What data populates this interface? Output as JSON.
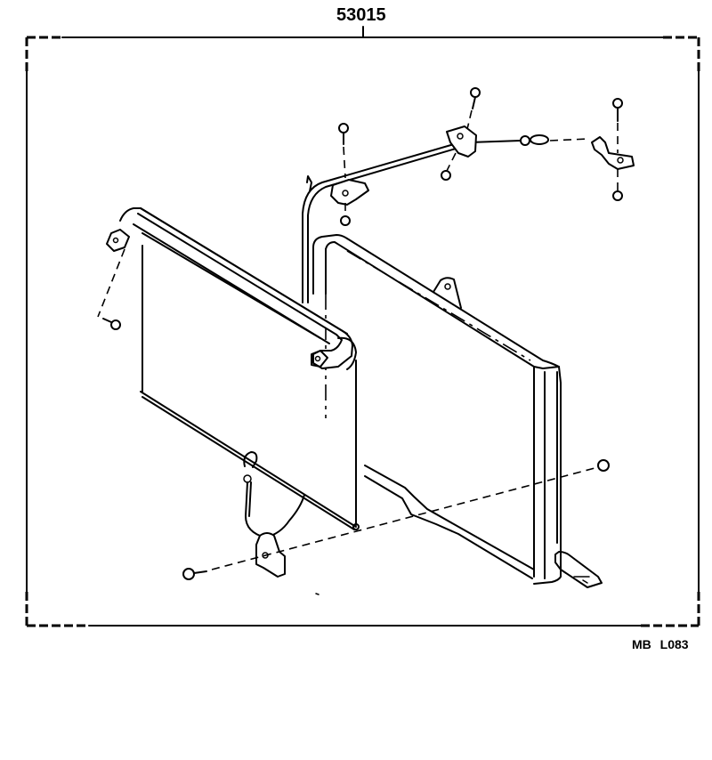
{
  "diagram": {
    "part_number": "53015",
    "reference_code": "MB  L083",
    "type": "exploded parts diagram",
    "components": [
      {
        "id": "radiator-shutter",
        "label": "Radiator shutter / roller screen"
      },
      {
        "id": "radiator-core",
        "label": "Radiator frame"
      },
      {
        "id": "pull-cable",
        "label": "Shutter control cable with hook and eyelet"
      },
      {
        "id": "cable-bracket-left",
        "label": "Cable bracket (left)"
      },
      {
        "id": "cable-bracket-middle",
        "label": "Cable bracket (middle)"
      },
      {
        "id": "cable-bracket-right",
        "label": "Cable bracket (right)"
      },
      {
        "id": "lower-bracket",
        "label": "Lower hook bracket"
      },
      {
        "id": "bolts",
        "label": "Bolts",
        "count": 5
      },
      {
        "id": "nuts",
        "label": "Nuts",
        "count": 4
      }
    ],
    "colors": {
      "line": "#000000",
      "background": "#ffffff"
    }
  }
}
